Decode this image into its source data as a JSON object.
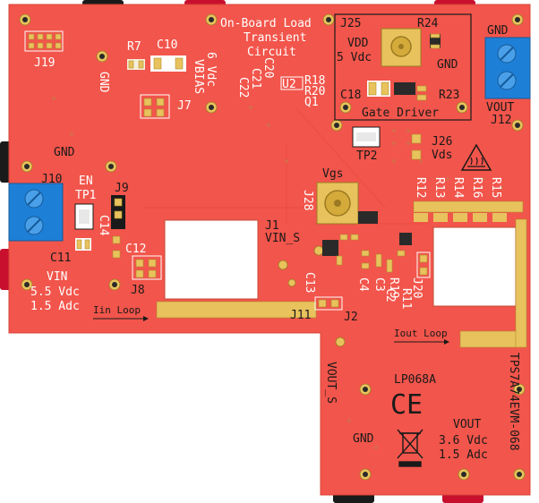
{
  "board": {
    "colors": {
      "pcb": "#f2554b",
      "silk": "#ffffff",
      "pad": "#e8c25c",
      "terminal_block": "#1e7fd6",
      "banana_red": "#c8102e",
      "banana_black": "#1a1a1a"
    },
    "labels": {
      "j19": "J19",
      "gnd_top": "GND",
      "r7": "R7",
      "c10": "C10",
      "vbias": "VBIAS",
      "vbias_v": "6 Vdc",
      "c22": "C22",
      "c21": "C21",
      "c20": "C20",
      "j7": "J7",
      "onboard1": "On-Board Load",
      "onboard2": "Transient",
      "onboard3": "Circuit",
      "u2": "U2",
      "r18": "R18",
      "r20": "R20",
      "q1": "Q1",
      "j25": "J25",
      "r24": "R24",
      "vdd": "VDD",
      "vdd_v": "5 Vdc",
      "gnd_gate": "GND",
      "c18": "C18",
      "r23": "R23",
      "gate_driver": "Gate Driver",
      "gnd_right": "GND",
      "vout_j12": "VOUT",
      "j12": "J12",
      "gnd_left": "GND",
      "tp2": "TP2",
      "j26": "J26",
      "vds": "Vds",
      "j10": "J10",
      "en": "EN",
      "tp1": "TP1",
      "j9": "J9",
      "c14": "C14",
      "c12": "C12",
      "c11": "C11",
      "vgs": "Vgs",
      "j28": "J28",
      "r12": "R12",
      "r13": "R13",
      "r14": "R14",
      "r16": "R16",
      "r15": "R15",
      "j1": "J1",
      "vin_s": "VIN_S",
      "vin": "VIN",
      "vin_v": "5.5 Vdc",
      "vin_a": "1.5 Adc",
      "j8": "J8",
      "c13": "C13",
      "c4": "C4",
      "c3": "C3",
      "r19": "R19",
      "c2": "C2",
      "r11": "R11",
      "j20": "J20",
      "j11": "J11",
      "j2": "J2",
      "iin_loop": "Iin Loop",
      "iout_loop": "Iout Loop",
      "vout_s": "VOUT_S",
      "lp": "LP068A",
      "ce": "CE",
      "vout": "VOUT",
      "vout_v": "3.6 Vdc",
      "vout_a": "1.5 Adc",
      "gnd_bottom": "GND",
      "board_name": "TPS7A74EVM-068"
    }
  }
}
